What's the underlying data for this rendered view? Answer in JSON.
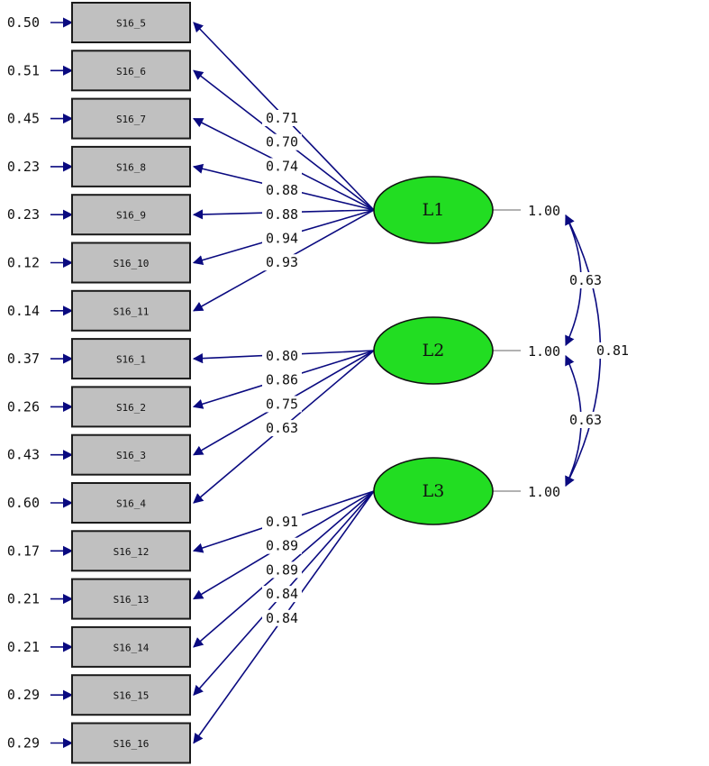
{
  "colors": {
    "path": "#0a0a80",
    "box_fill": "#c0c0c0",
    "latent_fill": "#22dd22",
    "variance_line": "#999999"
  },
  "observed": [
    {
      "name": "S16_5",
      "error": "0.50",
      "factor": "L1",
      "loading": "0.71"
    },
    {
      "name": "S16_6",
      "error": "0.51",
      "factor": "L1",
      "loading": "0.70"
    },
    {
      "name": "S16_7",
      "error": "0.45",
      "factor": "L1",
      "loading": "0.74"
    },
    {
      "name": "S16_8",
      "error": "0.23",
      "factor": "L1",
      "loading": "0.88"
    },
    {
      "name": "S16_9",
      "error": "0.23",
      "factor": "L1",
      "loading": "0.88"
    },
    {
      "name": "S16_10",
      "error": "0.12",
      "factor": "L1",
      "loading": "0.94"
    },
    {
      "name": "S16_11",
      "error": "0.14",
      "factor": "L1",
      "loading": "0.93"
    },
    {
      "name": "S16_1",
      "error": "0.37",
      "factor": "L2",
      "loading": "0.80"
    },
    {
      "name": "S16_2",
      "error": "0.26",
      "factor": "L2",
      "loading": "0.86"
    },
    {
      "name": "S16_3",
      "error": "0.43",
      "factor": "L2",
      "loading": "0.75"
    },
    {
      "name": "S16_4",
      "error": "0.60",
      "factor": "L2",
      "loading": "0.63"
    },
    {
      "name": "S16_12",
      "error": "0.17",
      "factor": "L3",
      "loading": "0.91"
    },
    {
      "name": "S16_13",
      "error": "0.21",
      "factor": "L3",
      "loading": "0.89"
    },
    {
      "name": "S16_14",
      "error": "0.21",
      "factor": "L3",
      "loading": "0.89"
    },
    {
      "name": "S16_15",
      "error": "0.29",
      "factor": "L3",
      "loading": "0.84"
    },
    {
      "name": "S16_16",
      "error": "0.29",
      "factor": "L3",
      "loading": "0.84"
    }
  ],
  "latents": [
    {
      "name": "L1",
      "variance": "1.00"
    },
    {
      "name": "L2",
      "variance": "1.00"
    },
    {
      "name": "L3",
      "variance": "1.00"
    }
  ],
  "correlations": [
    {
      "from": "L1",
      "to": "L2",
      "value": "0.63"
    },
    {
      "from": "L2",
      "to": "L3",
      "value": "0.63"
    },
    {
      "from": "L1",
      "to": "L3",
      "value": "0.81"
    }
  ]
}
